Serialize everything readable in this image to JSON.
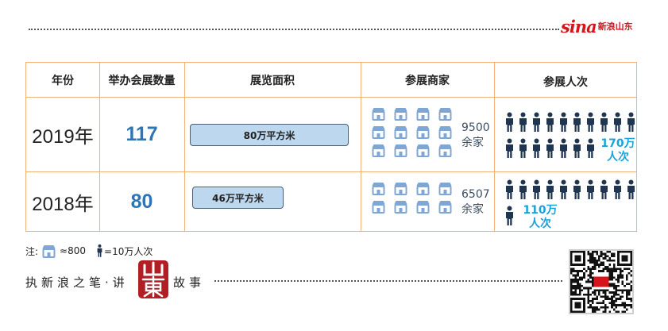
{
  "brand": {
    "logo_word": "sina",
    "logo_sub": "新浪山东",
    "color": "#d6141b"
  },
  "table": {
    "headers": [
      "年份",
      "举办会展数量",
      "展览面积",
      "参展商家",
      "参展人次"
    ],
    "rows": [
      {
        "year": "2019年",
        "exhibitions": "117",
        "area": "80万平方米",
        "area_bar_fraction": 1.0,
        "exhibitors": "9500余家",
        "exhibitors_num": "9500",
        "exhibitors_unit": "余家",
        "exhibitor_icon_count": 12,
        "visitors_num": "170万",
        "visitors_unit": "人次",
        "visitor_icon_count": 17
      },
      {
        "year": "2018年",
        "exhibitions": "80",
        "area": "46万平方米",
        "area_bar_fraction": 0.575,
        "exhibitors": "6507余家",
        "exhibitors_num": "6507",
        "exhibitors_unit": "余家",
        "exhibitor_icon_count": 8,
        "visitors_num": "110万",
        "visitors_unit": "人次",
        "visitor_icon_count": 11
      }
    ]
  },
  "note": {
    "prefix": "注:",
    "shop_value": "≈800",
    "person_value": "=10万人次"
  },
  "footer": {
    "slogan_left": "执新浪之笔·讲",
    "seal_text": "山東",
    "slogan_right": "故事"
  },
  "colors": {
    "border": "#f0b27a",
    "count_blue": "#2e75b6",
    "bar_fill": "#bdd7ee",
    "shop_icon": "#7fa7d6",
    "person_icon": "#1f3550",
    "visitor_text": "#1aa3d9",
    "seal": "#b31e24"
  },
  "icons": {
    "exhibitor": "shop-icon",
    "visitor": "person-icon"
  }
}
